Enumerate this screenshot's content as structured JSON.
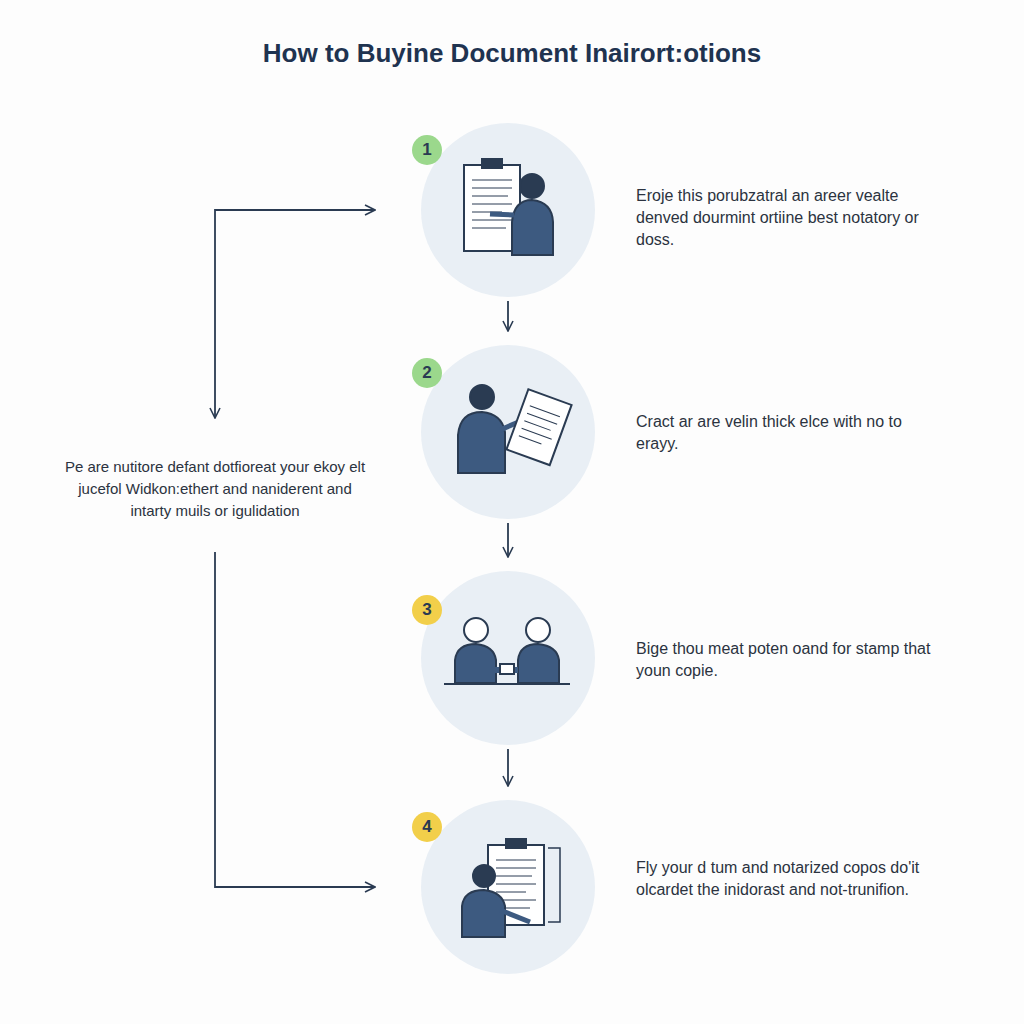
{
  "diagram": {
    "title": "How to Buyine Document Inairort:otions",
    "nodes": [
      {
        "text": [
          "1",
          "Eroje this porubzatral an areer vealte denved dourmint ortiine best notatory or doss."
        ]
      },
      {
        "text": [
          "2",
          "Cract ar are velin thick elce with no to erayy."
        ]
      },
      {
        "text": [
          "3",
          "Bige thou meat poten oand for stamp that youn copie."
        ]
      },
      {
        "text": [
          "4",
          "Fly your d tum and notarized copos do'it olcardet the inidorast and not-trunifion."
        ]
      },
      {
        "text": [
          "Pe are nutitore defant dotfioreat your ekoy elt jucefol Widkon:ethert and naniderent and intarty muils or igulidation"
        ]
      }
    ],
    "edges": [
      {
        "from": 0,
        "to": 1,
        "arrow": "to"
      },
      {
        "from": 1,
        "to": 2,
        "arrow": "to"
      },
      {
        "from": 2,
        "to": 3,
        "arrow": "to"
      },
      {
        "from": 4,
        "to": 0,
        "arrow": "both"
      },
      {
        "from": 4,
        "to": 3,
        "arrow": "to"
      }
    ]
  }
}
